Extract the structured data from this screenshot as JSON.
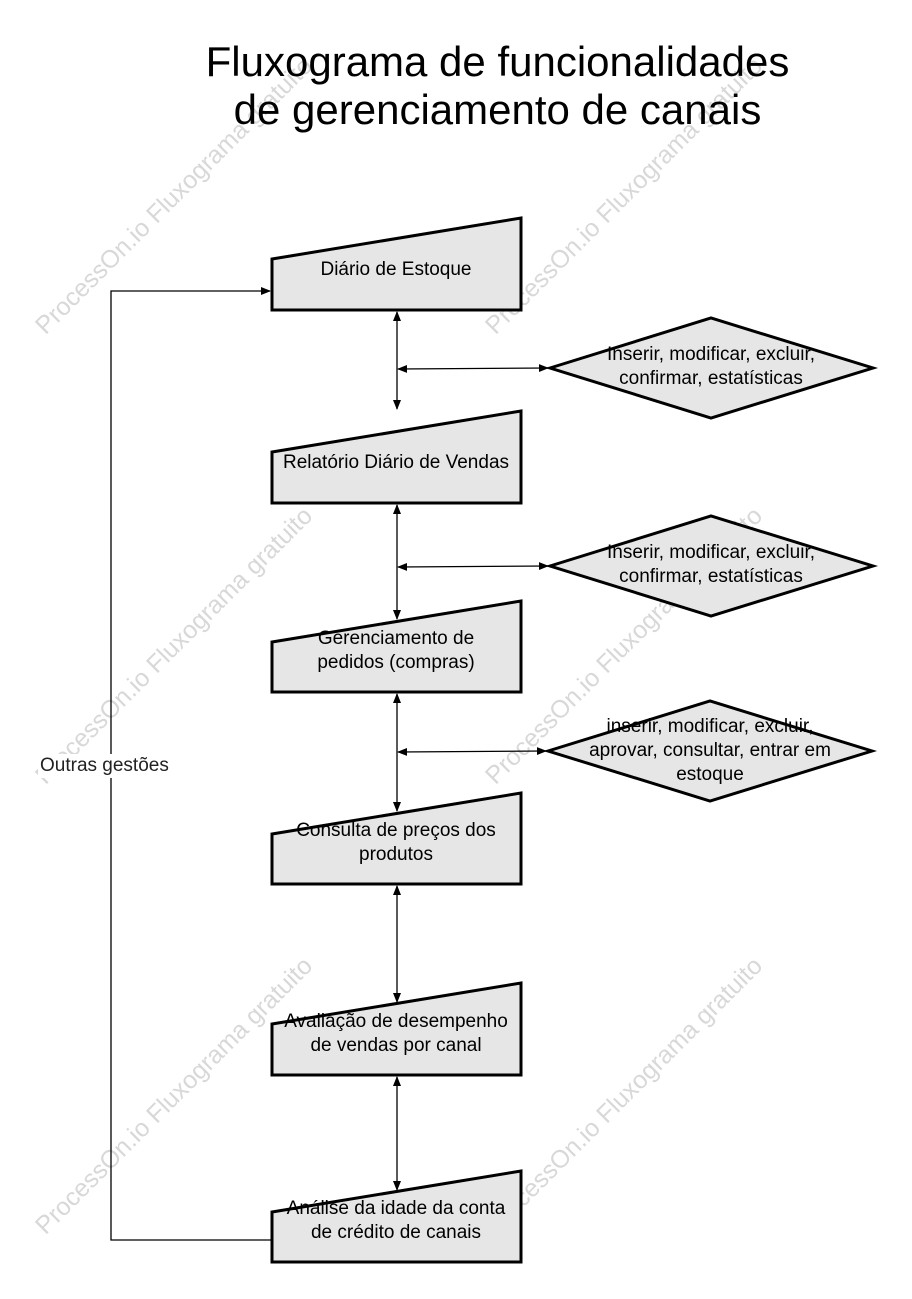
{
  "title": {
    "line1": "Fluxograma de funcionalidades",
    "line2": "de gerenciamento de canais"
  },
  "nodes": {
    "estoque": {
      "text": "Diário de Estoque"
    },
    "vendas": {
      "text": "Relatório Diário de Vendas"
    },
    "pedidos": {
      "line1": "Gerenciamento de",
      "line2": "pedidos (compras)"
    },
    "precos": {
      "line1": "Consulta de preços dos",
      "line2": "produtos"
    },
    "avaliacao": {
      "line1": "Avaliação de desempenho",
      "line2": "de vendas por canal"
    },
    "credito": {
      "line1": "Análise da idade da conta",
      "line2": "de crédito de canais"
    }
  },
  "decisions": {
    "d1": {
      "line1": "Inserir, modificar, excluir,",
      "line2": "confirmar, estatísticas"
    },
    "d2": {
      "line1": "Inserir, modificar, excluir,",
      "line2": "confirmar, estatísticas"
    },
    "d3": {
      "line1": "inserir, modificar, excluir,",
      "line2": "aprovar, consultar, entrar em",
      "line3": "estoque"
    }
  },
  "side_label": "Outras gestões",
  "watermark": "ProcessOn.io Fluxograma gratuito",
  "colors": {
    "node_fill": "#e6e6e6",
    "stroke": "#000000",
    "watermark": "#d8d8d8"
  }
}
